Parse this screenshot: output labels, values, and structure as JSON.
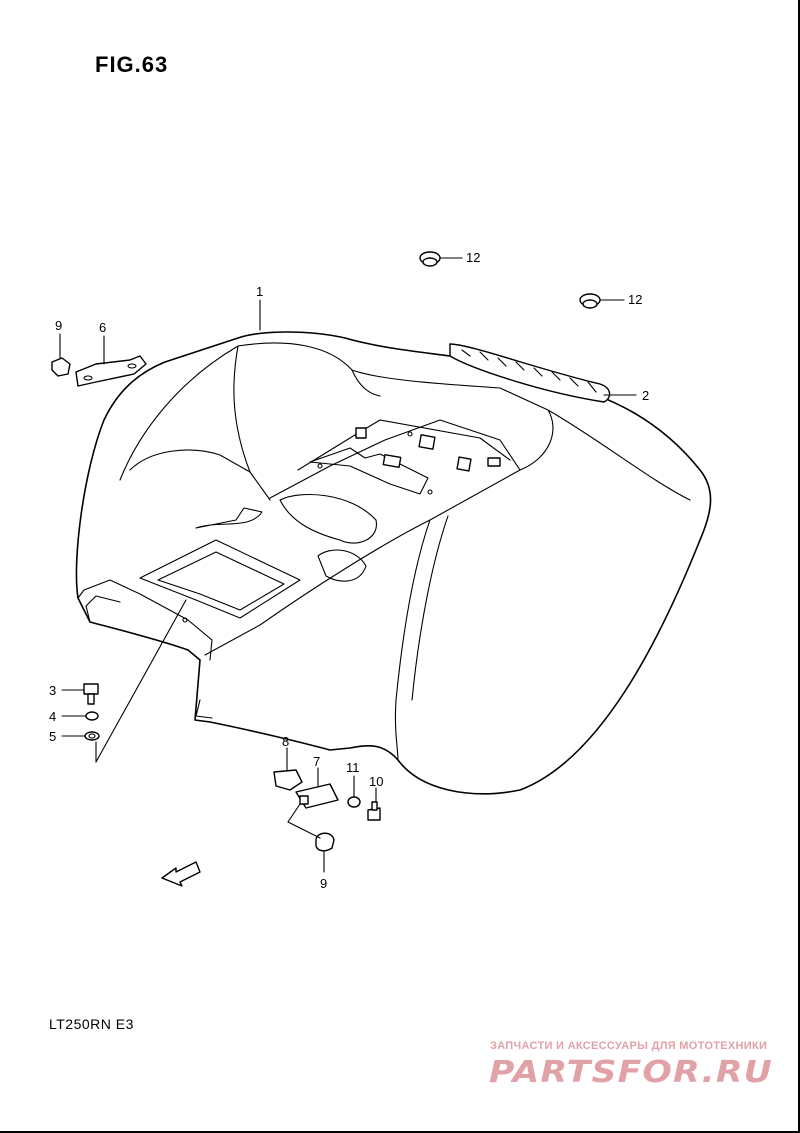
{
  "figure": {
    "title": "FIG.63",
    "model_code": "LT250RN  E3"
  },
  "callouts": [
    {
      "id": "c1",
      "label": "1"
    },
    {
      "id": "c2",
      "label": "2"
    },
    {
      "id": "c3",
      "label": "3"
    },
    {
      "id": "c4",
      "label": "4"
    },
    {
      "id": "c5",
      "label": "5"
    },
    {
      "id": "c6",
      "label": "6"
    },
    {
      "id": "c7",
      "label": "7"
    },
    {
      "id": "c8",
      "label": "8"
    },
    {
      "id": "c9a",
      "label": "9"
    },
    {
      "id": "c9b",
      "label": "9"
    },
    {
      "id": "c10",
      "label": "10"
    },
    {
      "id": "c11",
      "label": "11"
    },
    {
      "id": "c12a",
      "label": "12"
    },
    {
      "id": "c12b",
      "label": "12"
    }
  ],
  "fwd_arrow": {
    "label": "FWD"
  },
  "watermark": {
    "caption": "ЗАПЧАСТИ И АКСЕССУАРЫ ДЛЯ МОТОТЕХНИКИ",
    "logo_text": "PARTSFOR.RU",
    "color": "#e0a2a6"
  }
}
